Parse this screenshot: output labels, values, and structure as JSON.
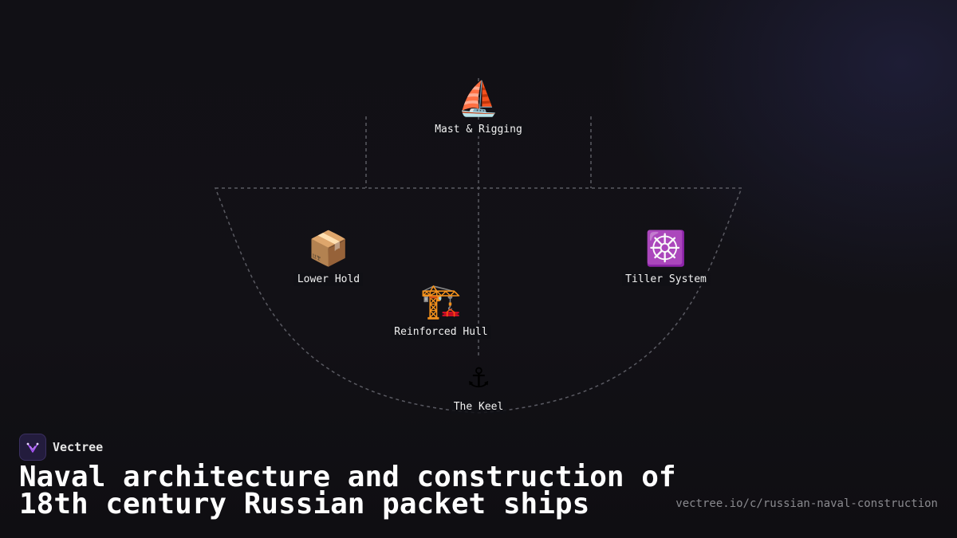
{
  "diagram": {
    "nodes": [
      {
        "id": "mast",
        "label": "Mast & Rigging",
        "icon": "sailboat-icon",
        "glyph": "⛵"
      },
      {
        "id": "hold",
        "label": "Lower Hold",
        "icon": "package-icon",
        "glyph": "📦"
      },
      {
        "id": "tiller",
        "label": "Tiller System",
        "icon": "ship-wheel-icon",
        "glyph": "☸️"
      },
      {
        "id": "hull",
        "label": "Reinforced Hull",
        "icon": "construction-crane-icon",
        "glyph": "🏗️"
      },
      {
        "id": "keel",
        "label": "The Keel",
        "icon": "anchor-icon",
        "glyph": "⚓"
      }
    ]
  },
  "footer": {
    "brand": "Vectree",
    "title": "Naval architecture and construction of 18th century Russian packet ships",
    "url": "vectree.io/c/russian-naval-construction"
  },
  "colors": {
    "background": "#111015",
    "outline": "#5a5a62",
    "text": "#ffffff",
    "muted": "#8a8a8f",
    "brand_accent": "#a855f7"
  }
}
